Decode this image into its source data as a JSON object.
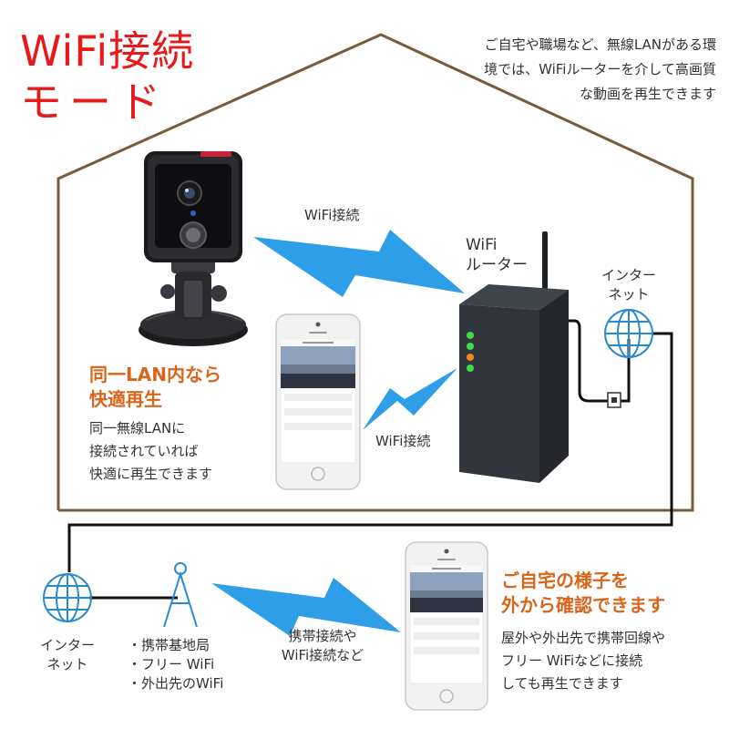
{
  "title": {
    "line1": "WiFi接続",
    "line2": "モード"
  },
  "intro": {
    "lines": [
      "ご自宅や職場など、無線LANがある環",
      "境では、WiFiルーターを介して高画質",
      "な動画を再生できます"
    ]
  },
  "home": {
    "wifi_label_top": "WiFi接続",
    "wifi_label_bottom": "WiFi接続",
    "router_label": [
      "WiFi",
      "ルーター"
    ],
    "internet_label": [
      "インター",
      "ネット"
    ],
    "lan_heading": [
      "同一LAN内なら",
      "快適再生"
    ],
    "lan_desc": [
      "同一無線LANに",
      "接続されていれば",
      "快適に再生できます"
    ]
  },
  "outside": {
    "internet_label": [
      "インター",
      "ネット"
    ],
    "networks": [
      "・携帯基地局",
      "・フリー WiFi",
      "・外出先のWiFi"
    ],
    "connection_label": [
      "携帯接続や",
      "WiFi接続など"
    ],
    "heading": [
      "ご自宅の様子を",
      "外から確認できます"
    ],
    "desc": [
      "屋外や外出先で携帯回線や",
      "フリー WiFiなどに接続",
      "しても再生できます"
    ]
  },
  "colors": {
    "title_red": "#e8191a",
    "accent_orange": "#d9651b",
    "house_brown": "#7a5a3a",
    "bolt_blue": "#2f9ee8",
    "globe_blue": "#2a8ad0",
    "router_dark": "#2f3238",
    "led_green": "#3ddc4a",
    "led_orange": "#f08a1c"
  },
  "icons": [
    "camera-icon",
    "router-icon",
    "globe-icon",
    "smartphone-icon",
    "cell-tower-icon",
    "wall-outlet-icon",
    "lightning-signal-icon"
  ]
}
